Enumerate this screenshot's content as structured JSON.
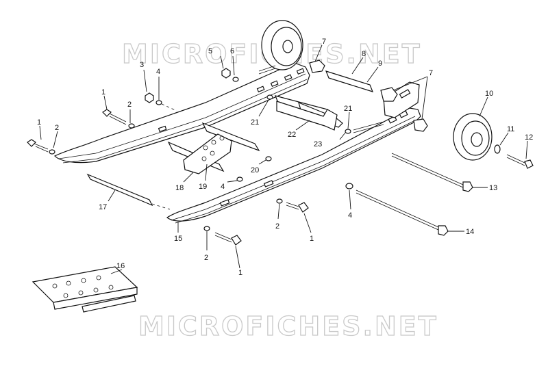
{
  "watermark": {
    "top": "MICROFICHES.NET",
    "bottom": "MICROFICHES.NET"
  },
  "callouts": [
    {
      "id": "c1a",
      "label": "1"
    },
    {
      "id": "c1b",
      "label": "1"
    },
    {
      "id": "c1c",
      "label": "1"
    },
    {
      "id": "c1d",
      "label": "1"
    },
    {
      "id": "c2a",
      "label": "2"
    },
    {
      "id": "c2b",
      "label": "2"
    },
    {
      "id": "c2c",
      "label": "2"
    },
    {
      "id": "c2d",
      "label": "2"
    },
    {
      "id": "c3",
      "label": "3"
    },
    {
      "id": "c4a",
      "label": "4"
    },
    {
      "id": "c4b",
      "label": "4"
    },
    {
      "id": "c4c",
      "label": "4"
    },
    {
      "id": "c5",
      "label": "5"
    },
    {
      "id": "c6",
      "label": "6"
    },
    {
      "id": "c7a",
      "label": "7"
    },
    {
      "id": "c7b",
      "label": "7"
    },
    {
      "id": "c8",
      "label": "8"
    },
    {
      "id": "c9",
      "label": "9"
    },
    {
      "id": "c10",
      "label": "10"
    },
    {
      "id": "c11",
      "label": "11"
    },
    {
      "id": "c12",
      "label": "12"
    },
    {
      "id": "c13",
      "label": "13"
    },
    {
      "id": "c14",
      "label": "14"
    },
    {
      "id": "c15",
      "label": "15"
    },
    {
      "id": "c16",
      "label": "16"
    },
    {
      "id": "c17",
      "label": "17"
    },
    {
      "id": "c18",
      "label": "18"
    },
    {
      "id": "c19",
      "label": "19"
    },
    {
      "id": "c20",
      "label": "20"
    },
    {
      "id": "c21a",
      "label": "21"
    },
    {
      "id": "c21b",
      "label": "21"
    },
    {
      "id": "c22",
      "label": "22"
    },
    {
      "id": "c23",
      "label": "23"
    }
  ]
}
